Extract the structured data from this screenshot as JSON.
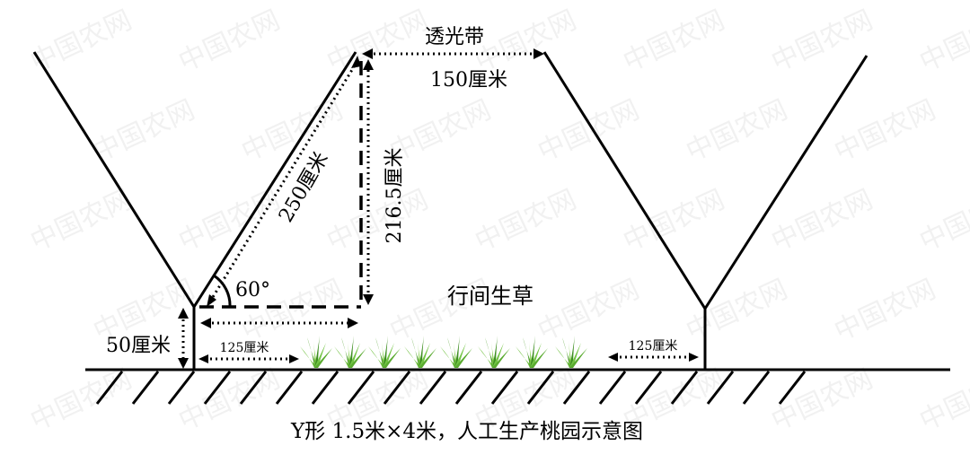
{
  "labels": {
    "light_band": "透光带",
    "top_width": "150厘米",
    "slant_length": "250厘米",
    "height": "216.5厘米",
    "angle": "60°",
    "row_grass": "行间生草",
    "trunk_height": "50厘米",
    "left_gap": "125厘米",
    "right_gap": "125厘米",
    "caption": "Y形  1.5米×4米，人工生产桃园示意图"
  },
  "watermark": "中国农网"
}
